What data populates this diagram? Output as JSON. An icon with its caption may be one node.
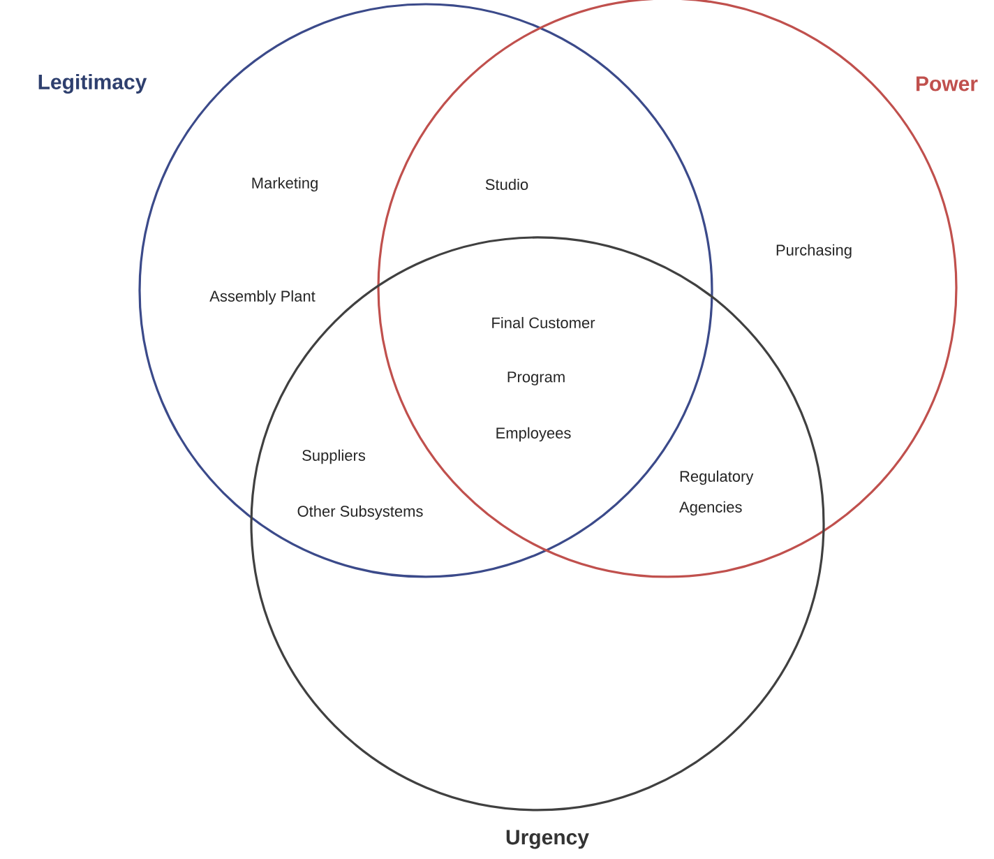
{
  "diagram": {
    "nodes": [
      {
        "text": [
          "Legitimacy"
        ]
      },
      {
        "text": [
          "Power"
        ]
      },
      {
        "text": [
          "Urgency"
        ]
      }
    ],
    "labels": [
      "Marketing",
      "Studio",
      "Purchasing",
      "Assembly Plant",
      "Final Customer",
      "Program",
      "Employees",
      "Suppliers",
      "Other Subsystems",
      "Regulatory Agencies"
    ]
  }
}
